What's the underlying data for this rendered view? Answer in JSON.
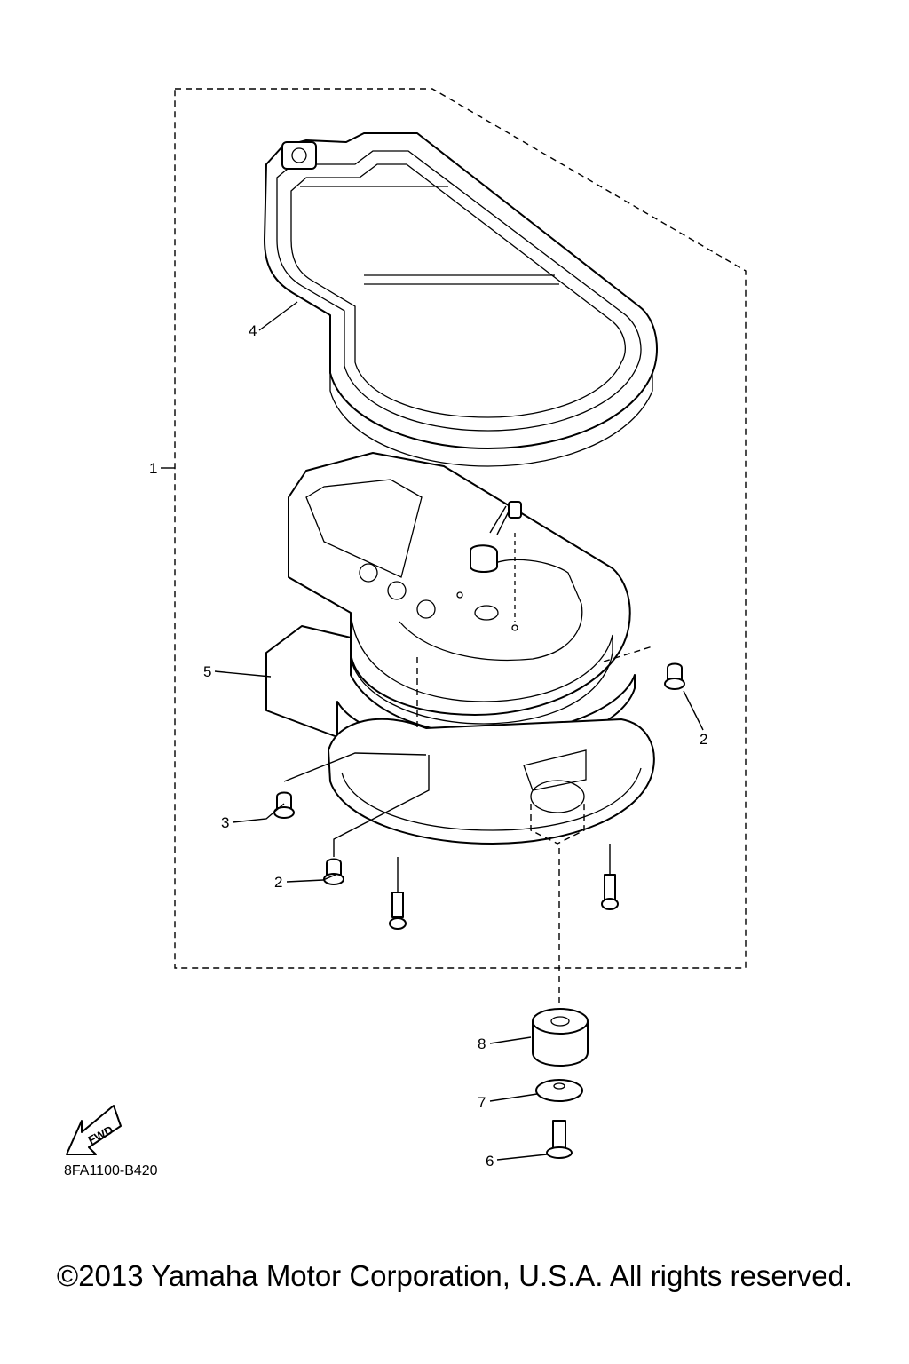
{
  "diagram": {
    "code": "8FA1100-B420",
    "fwd_label": "FWD",
    "copyright": "©2013 Yamaha Motor Corporation, U.S.A. All rights reserved.",
    "callouts": [
      "1",
      "2",
      "2",
      "3",
      "4",
      "5",
      "6",
      "7",
      "8"
    ]
  }
}
